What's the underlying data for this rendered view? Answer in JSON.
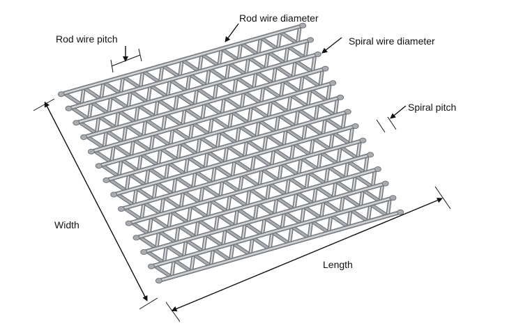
{
  "diagram": {
    "subject": "spiral wire mesh conveyor belt",
    "labels": {
      "rod_wire_pitch": "Rod wire pitch",
      "rod_wire_diameter": "Rod wire diameter",
      "spiral_wire_diameter": "Spiral wire diameter",
      "spiral_pitch": "Spiral pitch",
      "width": "Width",
      "length": "Length"
    },
    "colors": {
      "wire": "#a9acb0",
      "wire_highlight": "#e6e8ea",
      "wire_shadow": "#6f7378",
      "annotation": "#111111"
    }
  }
}
